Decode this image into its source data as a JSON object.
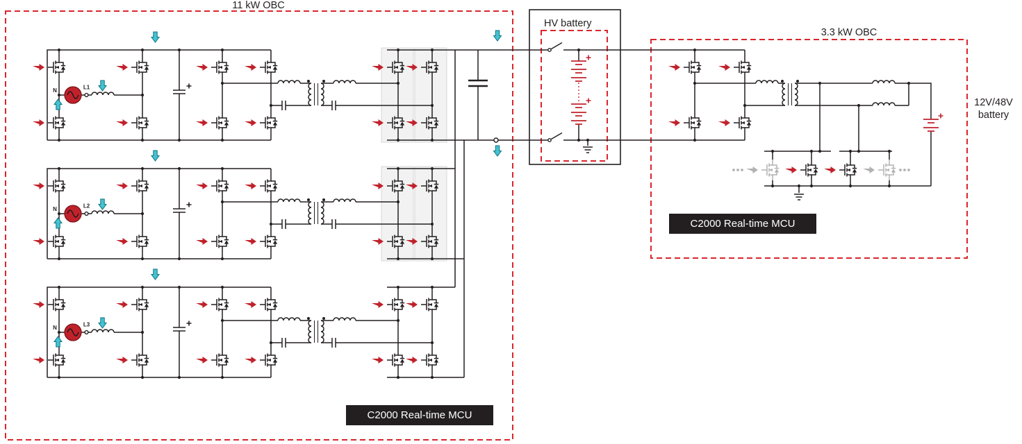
{
  "colors": {
    "border_red": "#d9252b",
    "signal_red": "#c0222b",
    "sense_teal": "#45c3d2",
    "line": "#231f20",
    "gray": "#b2b2b2",
    "shade": "#f2f2f2"
  },
  "obc11": {
    "title": "11 kW OBC",
    "mcu_label": "C2000 Real-time MCU",
    "phases": [
      {
        "neutral_label": "N",
        "line_label": "L1"
      },
      {
        "neutral_label": "N",
        "line_label": "L2"
      },
      {
        "neutral_label": "N",
        "line_label": "L3"
      }
    ]
  },
  "hv_battery": {
    "title": "HV battery"
  },
  "obc33": {
    "title": "3.3 kW OBC",
    "mcu_label": "C2000 Real-time MCU"
  },
  "lv_battery": {
    "line1": "12V/48V",
    "line2": "battery"
  }
}
